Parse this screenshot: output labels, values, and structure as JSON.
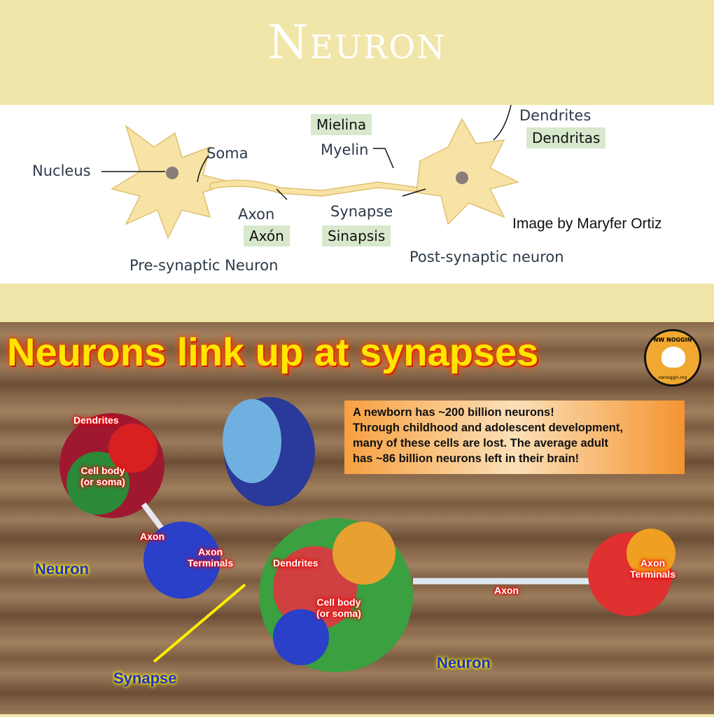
{
  "header": {
    "title": "Neuron"
  },
  "diagram": {
    "labels": {
      "nucleus": "Nucleus",
      "soma": "Soma",
      "mielina": "Mielina",
      "myelin": "Myelin",
      "dendrites": "Dendrites",
      "dendritas": "Dendritas",
      "axon": "Axon",
      "axon_es": "Axón",
      "synapse": "Synapse",
      "sinapsis": "Sinapsis",
      "pre": "Pre-synaptic Neuron",
      "post": "Post-synaptic neuron"
    },
    "credit": "Image by Maryfer Ortiz"
  },
  "photo": {
    "title": "Neurons link up at synapses",
    "logo": {
      "top": "NW NOGGIN",
      "bottom": "nwnoggin.org"
    },
    "fact_lines": [
      "A newborn has ~200 billion neurons!",
      "Through childhood and adolescent development,",
      "many of these cells are lost. The average adult",
      "has ~86 billion neurons left in their brain!"
    ],
    "labels": {
      "dendrites1": "Dendrites",
      "cell_body1": "Cell body",
      "soma1": "(or soma)",
      "axon1": "Axon",
      "neuron1": "Neuron",
      "axon_term1a": "Axon",
      "axon_term1b": "Terminals",
      "dendrites2": "Dendrites",
      "cell_body2": "Cell body",
      "soma2": "(or soma)",
      "axon2": "Axon",
      "axon_term2a": "Axon",
      "axon_term2b": "Terminals",
      "neuron2": "Neuron",
      "synapse": "Synapse"
    }
  },
  "colors": {
    "band": "#f1e6a9",
    "neuron_fill": "#f7e3a5",
    "label_glow": "#ee0000",
    "title_yellow": "#ffe600"
  }
}
